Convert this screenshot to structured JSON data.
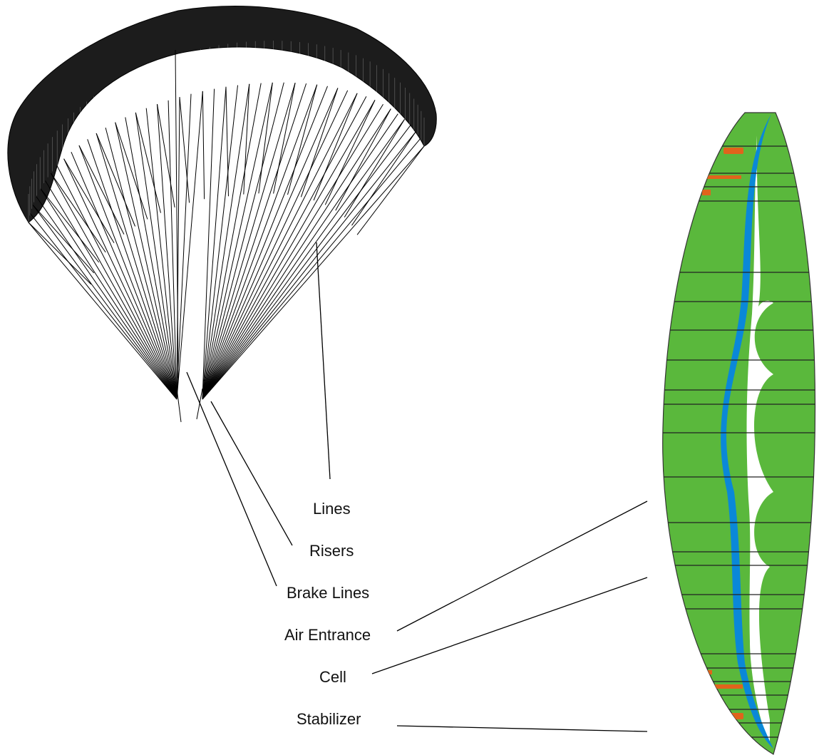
{
  "labels": {
    "lines": "Lines",
    "risers": "Risers",
    "brake_lines": "Brake Lines",
    "air_entrance": "Air Entrance",
    "cell": "Cell",
    "stabilizer": "Stabilizer"
  },
  "colors": {
    "canopy_fill": "#5ab83c",
    "air_channel": "#0a88d8",
    "wing_mesh": "#111111",
    "logo_orange": "#e0641c",
    "background": "#ffffff"
  },
  "wing_logo_marks": [
    "logo-mark-top",
    "logo-mark-bottom"
  ]
}
